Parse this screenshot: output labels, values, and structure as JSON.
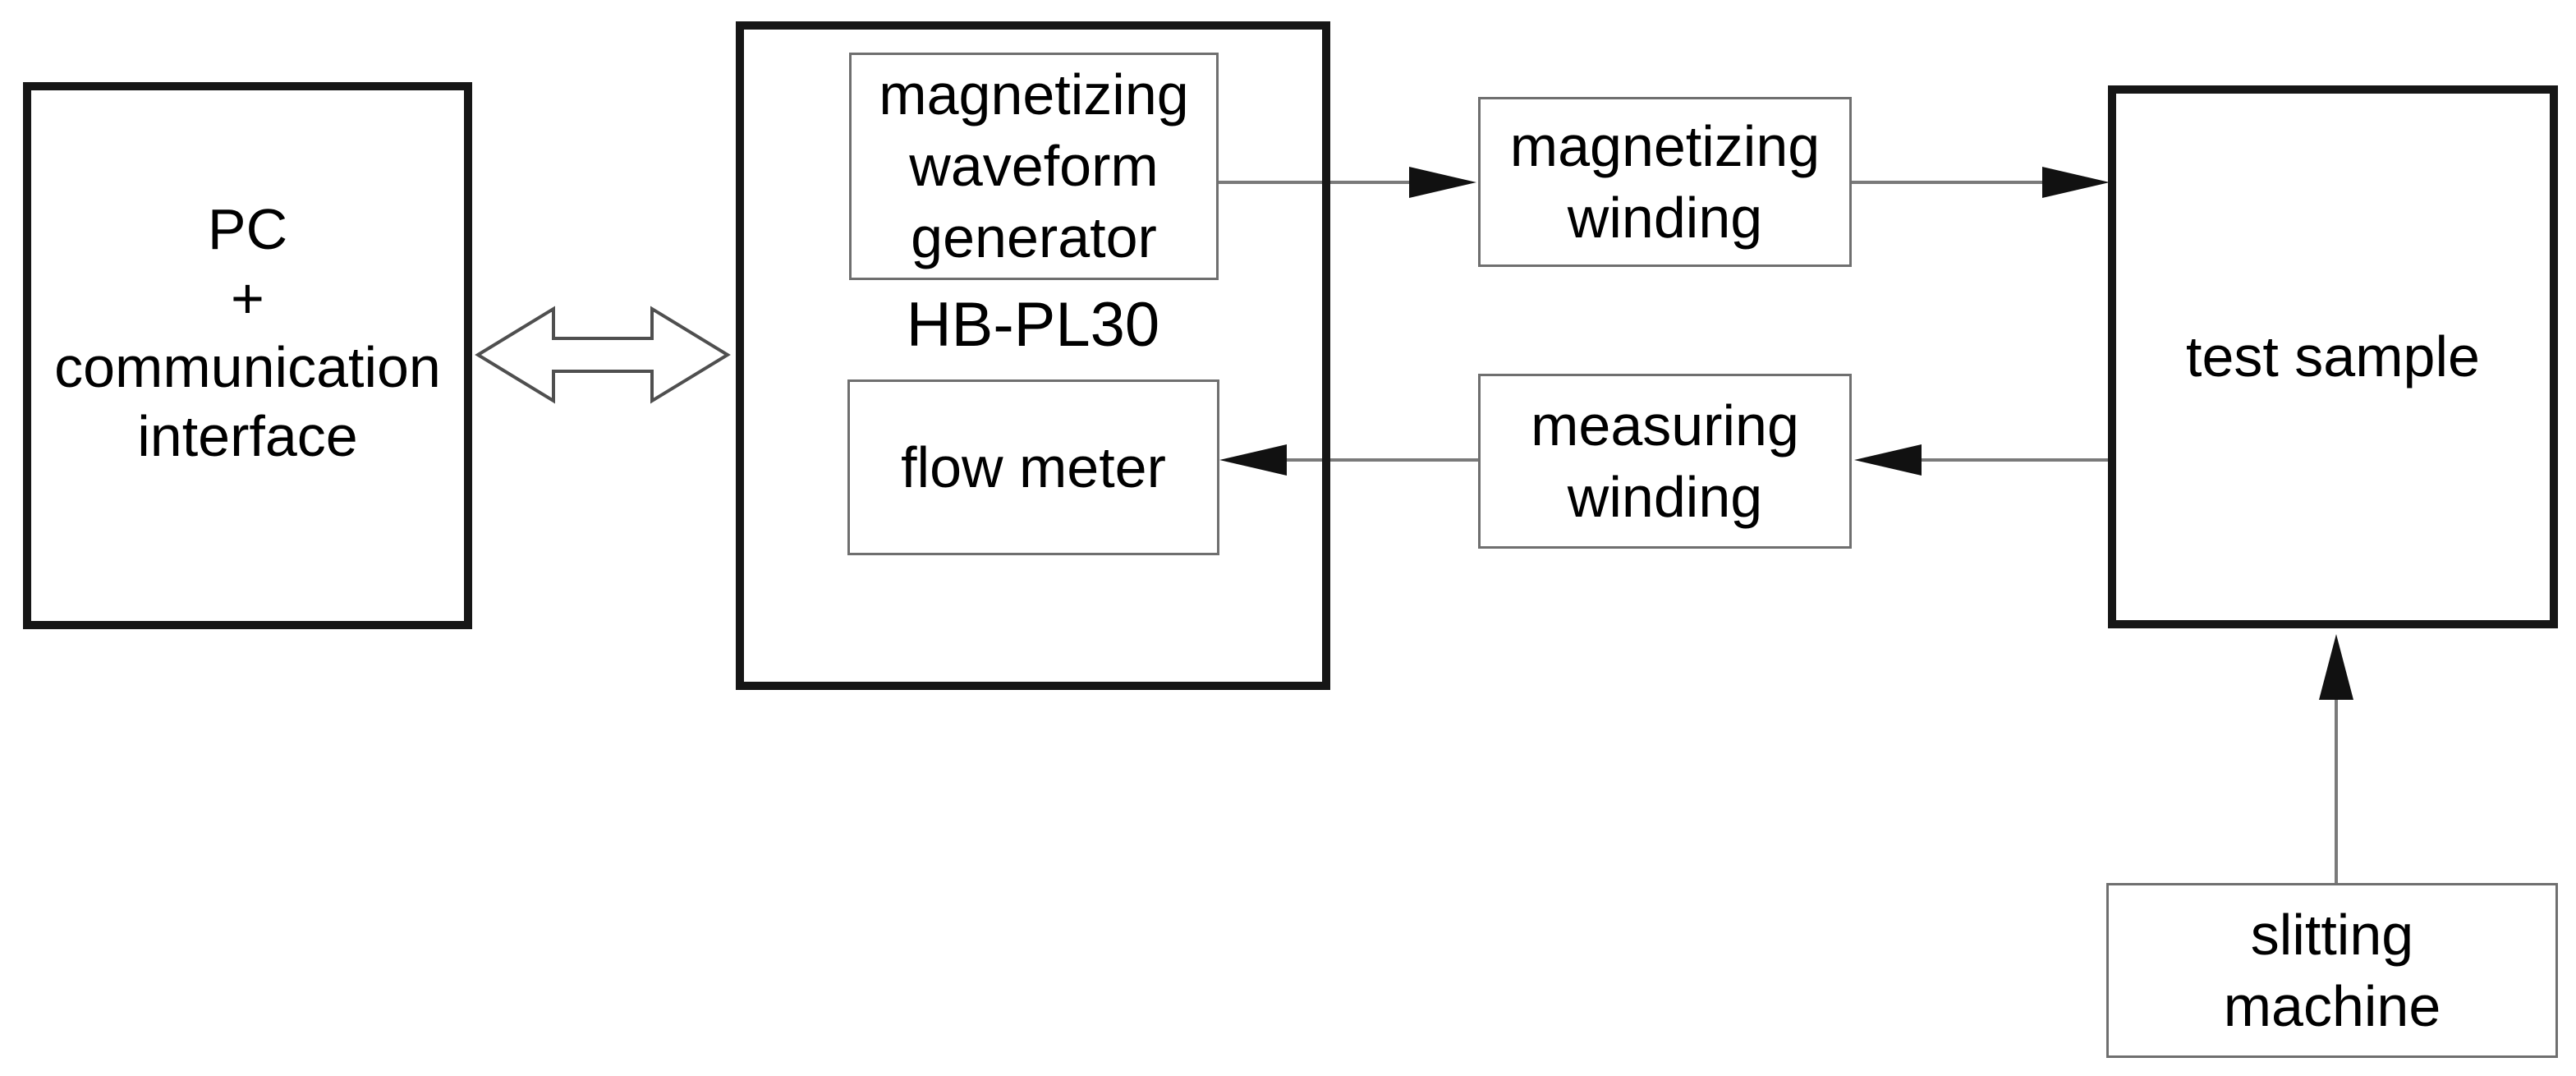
{
  "diagram": {
    "blocks": {
      "pc": {
        "lines": [
          "PC",
          "+",
          "communication",
          "interface"
        ]
      },
      "hb_unit": {
        "model_label": "HB-PL30"
      },
      "waveform_generator": {
        "lines": [
          "magnetizing",
          "waveform",
          "generator"
        ]
      },
      "flow_meter": {
        "label": "flow meter"
      },
      "magnetizing_winding": {
        "lines": [
          "magnetizing",
          "winding"
        ]
      },
      "measuring_winding": {
        "lines": [
          "measuring",
          "winding"
        ]
      },
      "test_sample": {
        "label": "test sample"
      },
      "slitting_machine": {
        "lines": [
          "slitting",
          "machine"
        ]
      }
    },
    "connections": [
      {
        "from": "pc",
        "to": "hb_unit",
        "type": "double-headed-hollow-arrow"
      },
      {
        "from": "waveform_generator",
        "to": "magnetizing_winding",
        "type": "arrow"
      },
      {
        "from": "magnetizing_winding",
        "to": "test_sample",
        "type": "arrow"
      },
      {
        "from": "test_sample",
        "to": "measuring_winding",
        "type": "arrow"
      },
      {
        "from": "measuring_winding",
        "to": "flow_meter",
        "type": "arrow"
      },
      {
        "from": "slitting_machine",
        "to": "test_sample",
        "type": "arrow"
      }
    ],
    "colors": {
      "background": "#ffffff",
      "outer_border": "#161616",
      "inner_border": "#6f6f6f",
      "line": "#7a7a7a",
      "arrowhead": "#111111",
      "double_arrow_outline": "#4f4f4f",
      "text": "#000000"
    }
  }
}
